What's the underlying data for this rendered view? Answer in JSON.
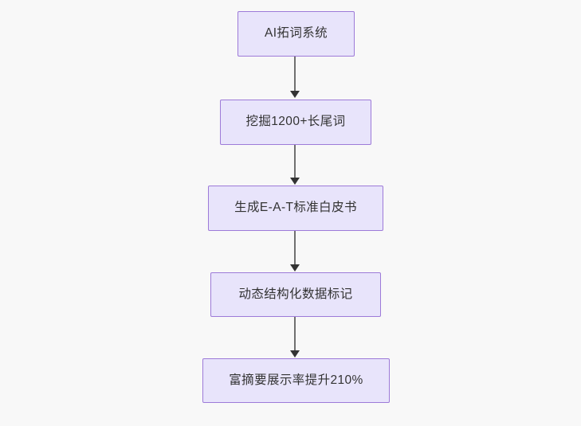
{
  "diagram": {
    "type": "flowchart",
    "orientation": "top-to-bottom",
    "background_color": "#f8f8f8",
    "node_fill_color": "#e8e4fb",
    "node_border_color": "#9d7ad8",
    "node_text_color": "#333333",
    "connector_color": "#707070",
    "arrowhead_color": "#333333",
    "nodes": [
      {
        "id": "node-1",
        "label": "AI拓词系统"
      },
      {
        "id": "node-2",
        "label": "挖掘1200+长尾词"
      },
      {
        "id": "node-3",
        "label": "生成E-A-T标准白皮书"
      },
      {
        "id": "node-4",
        "label": "动态结构化数据标记"
      },
      {
        "id": "node-5",
        "label": "富摘要展示率提升210%"
      }
    ],
    "edges": [
      {
        "id": "edge-1",
        "from": "node-1",
        "to": "node-2"
      },
      {
        "id": "edge-2",
        "from": "node-2",
        "to": "node-3"
      },
      {
        "id": "edge-3",
        "from": "node-3",
        "to": "node-4"
      },
      {
        "id": "edge-4",
        "from": "node-4",
        "to": "node-5"
      }
    ]
  }
}
